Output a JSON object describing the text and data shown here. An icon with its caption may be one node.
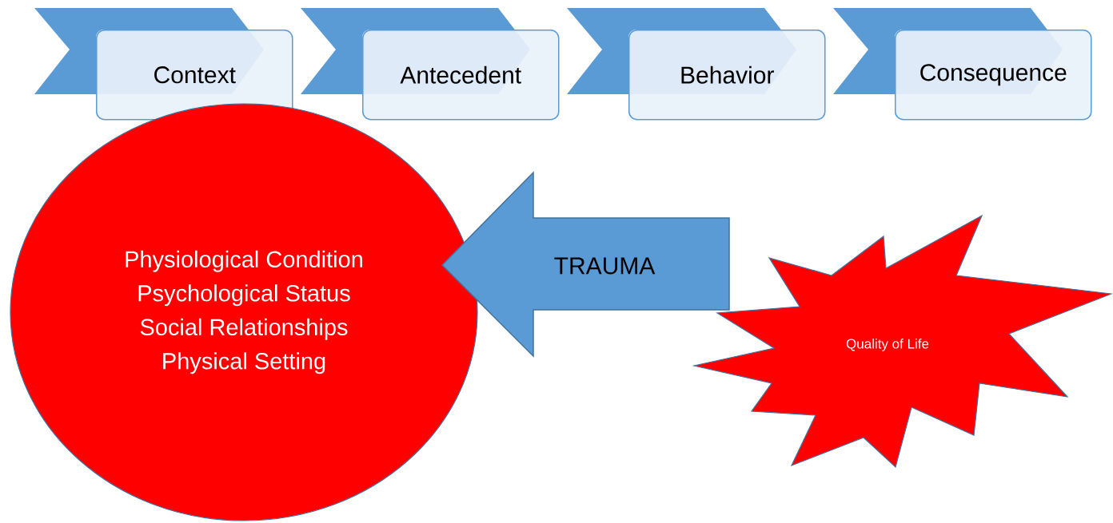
{
  "diagram": {
    "nodes": [
      {
        "text": [
          "Context"
        ]
      },
      {
        "text": [
          "Antecedent"
        ]
      },
      {
        "text": [
          "Behavior"
        ]
      },
      {
        "text": [
          "Consequence"
        ]
      },
      {
        "text": [
          "Physiological Condition",
          "Psychological Status",
          "Social Relationships",
          "Physical Setting"
        ]
      },
      {
        "text": [
          "Quality of Life"
        ]
      }
    ],
    "edges": [
      {
        "from": 5,
        "to": 4,
        "arrow": "to",
        "label": "TRAUMA",
        "style": "thick"
      }
    ]
  }
}
